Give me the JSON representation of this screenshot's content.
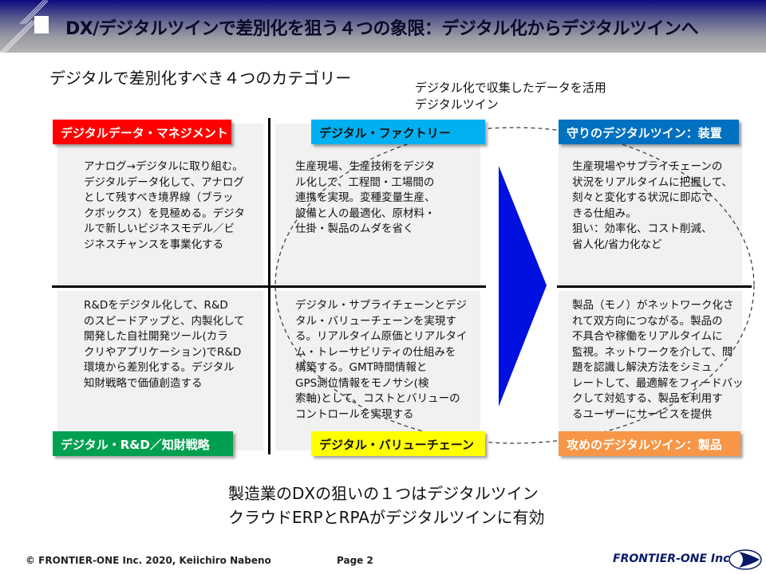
{
  "header": {
    "title": "DX/デジタルツインで差別化を狙う４つの象限：デジタル化からデジタルツインへ"
  },
  "subtitle": "デジタルで差別化すべき４つのカテゴリー",
  "note": {
    "line1": "デジタル化で収集したデータを活用",
    "line2": "デジタルツイン"
  },
  "quadrants": [
    {
      "label": "デジタルデータ・マネジメント",
      "color": "#ff0000",
      "text": "アナログ→デジタルに取り組む。\nデジタルデータ化して、アナログ\nとして残すべき境界線（ブラッ\nクボックス）を見極める。デジタ\nルで新しいビジネスモデル／ビ\nジネスチャンスを事業化する"
    },
    {
      "label": "デジタル・ファクトリー",
      "color": "#00b0f0",
      "text": "生産現場、生産技術をデジタ\nル化して、工程間・工場間の\n連携を実現。変種変量生産、\n設備と人の最適化、原材料・\n仕掛・製品のムダを省く"
    },
    {
      "label": "デジタル・R&D／知財戦略",
      "color": "#00a050",
      "text": "R&Dをデジタル化して、R&D\nのスピードアップと、内製化して\n開発した自社開発ツール(カラ\nクリやアプリケーション)でR&D\n環境から差別化する。デジタル\n知財戦略で価値創造する"
    },
    {
      "label": "デジタル・バリューチェーン",
      "color": "#ffff00",
      "text": "デジタル・サプライチェーンとデジ\nタル・バリューチェーンを実現す\nる。リアルタイム原価とリアルタイ\nム・トレーサビリティの仕組みを\n構築する。GMT時間情報と\nGPS測位情報をモノサシ(検\n索軸)として、コストとバリューの\nコントロールを実現する"
    }
  ],
  "twins": [
    {
      "label": "守りのデジタルツイン：装置",
      "color": "#0070c0",
      "text": "生産現場やサプライチェーンの\n状況をリアルタイムに把握して、\n刻々と変化する状況に即応で\nきる仕組み。\n狙い：効率化、コスト削減、\n省人化/省力化など"
    },
    {
      "label": "攻めのデジタルツイン：製品",
      "color": "#f79646",
      "text": "製品（モノ）がネットワーク化さ\nれて双方向につながる。製品の\n不具合や稼働をリアルタイムに\n監視。ネットワークを介して、問\n題を認識し解決方法をシミュ\nレートして、最適解をフィードバッ\nクして対処する、製品を利用す\nるユーザーにサービスを提供"
    }
  ],
  "bottom": {
    "line1": "製造業のDXの狙いの１つはデジタルツイン",
    "line2": "クラウドERPとRPAがデジタルツインに有効"
  },
  "footer": {
    "copyright": "© FRONTIER-ONE Inc. 2020,  Keiichiro  Nabeno",
    "page": "Page 2",
    "logo": "FRONTIER-ONE Inc."
  }
}
